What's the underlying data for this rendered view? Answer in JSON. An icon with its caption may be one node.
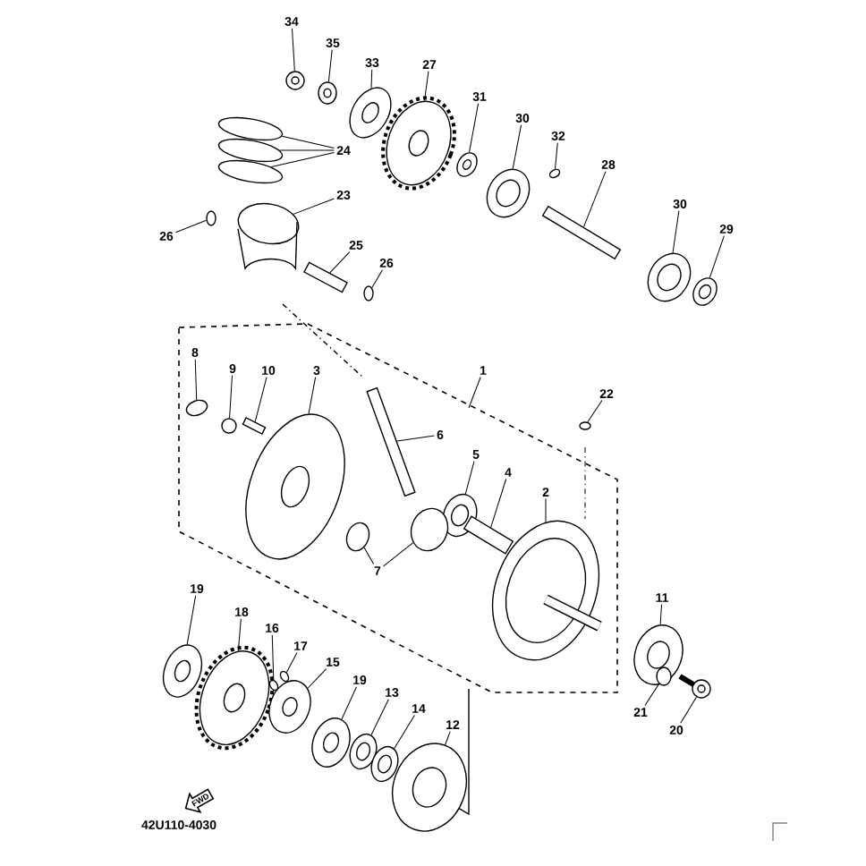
{
  "diagram": {
    "nodes": [
      {
        "text": [
          "34"
        ]
      },
      {
        "text": [
          "35"
        ]
      },
      {
        "text": [
          "33"
        ]
      },
      {
        "text": [
          "27"
        ]
      },
      {
        "text": [
          "31"
        ]
      },
      {
        "text": [
          "30"
        ]
      },
      {
        "text": [
          "32"
        ]
      },
      {
        "text": [
          "28"
        ]
      },
      {
        "text": [
          "30"
        ]
      },
      {
        "text": [
          "29"
        ]
      },
      {
        "text": [
          "24"
        ]
      },
      {
        "text": [
          "23"
        ]
      },
      {
        "text": [
          "26"
        ]
      },
      {
        "text": [
          "25"
        ]
      },
      {
        "text": [
          "26"
        ]
      },
      {
        "text": [
          "1"
        ]
      },
      {
        "text": [
          "22"
        ]
      },
      {
        "text": [
          "8"
        ]
      },
      {
        "text": [
          "9"
        ]
      },
      {
        "text": [
          "10"
        ]
      },
      {
        "text": [
          "3"
        ]
      },
      {
        "text": [
          "6"
        ]
      },
      {
        "text": [
          "5"
        ]
      },
      {
        "text": [
          "4"
        ]
      },
      {
        "text": [
          "2"
        ]
      },
      {
        "text": [
          "7"
        ]
      },
      {
        "text": [
          "11"
        ]
      },
      {
        "text": [
          "21"
        ]
      },
      {
        "text": [
          "20"
        ]
      },
      {
        "text": [
          "19"
        ]
      },
      {
        "text": [
          "18"
        ]
      },
      {
        "text": [
          "16"
        ]
      },
      {
        "text": [
          "17"
        ]
      },
      {
        "text": [
          "15"
        ]
      },
      {
        "text": [
          "19"
        ]
      },
      {
        "text": [
          "13"
        ]
      },
      {
        "text": [
          "14"
        ]
      },
      {
        "text": [
          "12"
        ]
      },
      {
        "text": [],
        "shape": "picture"
      },
      {
        "text": [],
        "shape": "picture"
      },
      {
        "text": [],
        "shape": "picture"
      },
      {
        "text": [],
        "shape": "picture"
      },
      {
        "text": [],
        "shape": "picture"
      },
      {
        "text": [],
        "shape": "picture"
      },
      {
        "text": [],
        "shape": "circle"
      },
      {
        "text": [],
        "shape": "bar"
      },
      {
        "text": [],
        "shape": "picture"
      },
      {
        "text": [],
        "shape": "picture"
      },
      {
        "text": [],
        "shape": "circle"
      },
      {
        "text": [],
        "shape": "circle"
      },
      {
        "text": [],
        "shape": "circle"
      },
      {
        "text": [],
        "shape": "cylinder"
      },
      {
        "text": [],
        "shape": "circle"
      },
      {
        "text": [],
        "shape": "bar"
      },
      {
        "text": [],
        "shape": "circle"
      },
      {
        "text": [],
        "shape": "circle"
      },
      {
        "text": [],
        "shape": "circle"
      },
      {
        "text": [],
        "shape": "circle"
      },
      {
        "text": [],
        "shape": "bar"
      },
      {
        "text": [],
        "shape": "picture"
      },
      {
        "text": [],
        "shape": "bar"
      },
      {
        "text": [],
        "shape": "circle"
      },
      {
        "text": [],
        "shape": "picture"
      },
      {
        "text": [],
        "shape": "bar"
      },
      {
        "text": [],
        "shape": "picture"
      },
      {
        "text": [],
        "shape": "circle"
      },
      {
        "text": [],
        "shape": "picture"
      },
      {
        "text": [],
        "shape": "circle",
        "in": 66
      },
      {
        "text": [],
        "shape": "picture"
      },
      {
        "text": [],
        "shape": "picture"
      },
      {
        "text": [],
        "shape": "picture"
      },
      {
        "text": [],
        "shape": "circle"
      },
      {
        "text": [],
        "shape": "circle"
      },
      {
        "text": [],
        "shape": "picture"
      },
      {
        "text": [],
        "shape": "picture"
      },
      {
        "text": [],
        "shape": "picture"
      },
      {
        "text": [],
        "shape": "picture"
      },
      {
        "text": [],
        "shape": "picture"
      },
      {
        "text": [
          "FWD"
        ]
      }
    ],
    "edges": [
      {
        "from": 0,
        "to": 38,
        "arrow": "none"
      },
      {
        "from": 1,
        "to": 39,
        "arrow": "none"
      },
      {
        "from": 2,
        "to": 40,
        "arrow": "none"
      },
      {
        "from": 3,
        "to": 41,
        "arrow": "none"
      },
      {
        "from": 4,
        "to": 42,
        "arrow": "none"
      },
      {
        "from": 5,
        "to": 43,
        "arrow": "none"
      },
      {
        "from": 6,
        "to": 44,
        "arrow": "none"
      },
      {
        "from": 7,
        "to": 45,
        "arrow": "none"
      },
      {
        "from": 8,
        "to": 46,
        "arrow": "none"
      },
      {
        "from": 9,
        "to": 47,
        "arrow": "none"
      },
      {
        "from": 10,
        "to": 48,
        "arrow": "none"
      },
      {
        "from": 10,
        "to": 49,
        "arrow": "none"
      },
      {
        "from": 10,
        "to": 50,
        "arrow": "none"
      },
      {
        "from": 11,
        "to": 51,
        "arrow": "none"
      },
      {
        "from": 12,
        "to": 52,
        "arrow": "none"
      },
      {
        "from": 13,
        "to": 53,
        "arrow": "none"
      },
      {
        "from": 14,
        "to": 54,
        "arrow": "none"
      },
      {
        "from": 15,
        "to": null,
        "arrow": "none"
      },
      {
        "from": 16,
        "to": 55,
        "arrow": "none"
      },
      {
        "from": 17,
        "to": 56,
        "arrow": "none"
      },
      {
        "from": 18,
        "to": 57,
        "arrow": "none"
      },
      {
        "from": 19,
        "to": 58,
        "arrow": "none"
      },
      {
        "from": 20,
        "to": 59,
        "arrow": "none"
      },
      {
        "from": 21,
        "to": 60,
        "arrow": "none"
      },
      {
        "from": 22,
        "to": 62,
        "arrow": "none"
      },
      {
        "from": 23,
        "to": 63,
        "arrow": "none"
      },
      {
        "from": 24,
        "to": 64,
        "arrow": "none"
      },
      {
        "from": 25,
        "to": 61,
        "arrow": "none"
      },
      {
        "from": 25,
        "to": 65,
        "arrow": "none"
      },
      {
        "from": 26,
        "to": 66,
        "arrow": "none"
      },
      {
        "from": 27,
        "to": 67,
        "arrow": "none"
      },
      {
        "from": 28,
        "to": 68,
        "arrow": "none"
      },
      {
        "from": 29,
        "to": 69,
        "arrow": "none"
      },
      {
        "from": 30,
        "to": 70,
        "arrow": "none"
      },
      {
        "from": 31,
        "to": 71,
        "arrow": "none"
      },
      {
        "from": 32,
        "to": 72,
        "arrow": "none"
      },
      {
        "from": 33,
        "to": 73,
        "arrow": "none"
      },
      {
        "from": 34,
        "to": 74,
        "arrow": "none"
      },
      {
        "from": 35,
        "to": 75,
        "arrow": "none"
      },
      {
        "from": 36,
        "to": 76,
        "arrow": "none"
      },
      {
        "from": 37,
        "to": 77,
        "arrow": "none"
      }
    ],
    "labels": [
      "42U110-4030"
    ]
  }
}
